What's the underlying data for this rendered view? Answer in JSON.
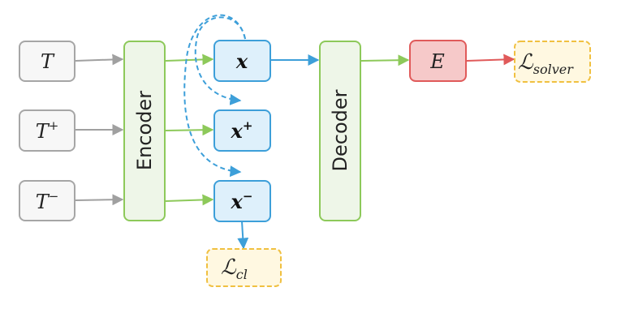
{
  "inputs": [
    {
      "base": "T",
      "sup": ""
    },
    {
      "base": "T",
      "sup": "+"
    },
    {
      "base": "T",
      "sup": "−"
    }
  ],
  "encoder": {
    "label": "Encoder"
  },
  "latents": [
    {
      "base": "x",
      "sup": ""
    },
    {
      "base": "x",
      "sup": "+"
    },
    {
      "base": "x",
      "sup": "−"
    }
  ],
  "decoder": {
    "label": "Decoder"
  },
  "energy": {
    "label": "E"
  },
  "losses": {
    "solver": {
      "symbol": "ℒ",
      "sub": "solver"
    },
    "cl": {
      "symbol": "ℒ",
      "sub": "cl"
    }
  },
  "colors": {
    "gray_box_stroke": "#a6a6a6",
    "gray_box_fill": "#f7f7f7",
    "green_stroke": "#8dc95a",
    "green_fill": "#eef6e8",
    "blue_stroke": "#3d9fd9",
    "blue_fill": "#def0fb",
    "red_stroke": "#e05a5a",
    "red_fill": "#f6c9c9",
    "loss_stroke": "#f0c040",
    "loss_fill": "#fff8e1",
    "arrow_gray": "#a0a0a0",
    "arrow_green": "#8dc95a",
    "arrow_blue": "#3d9fd9",
    "arrow_red": "#e05a5a"
  }
}
